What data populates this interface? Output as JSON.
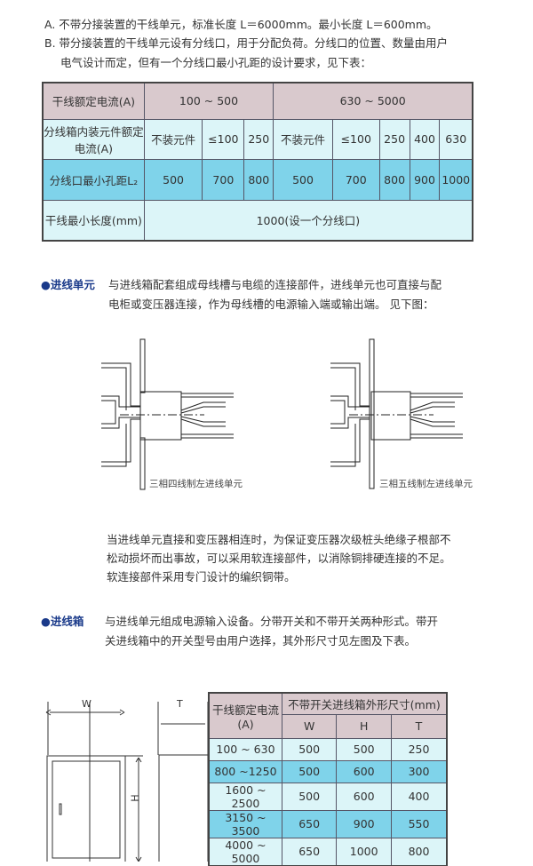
{
  "intro": {
    "line_a": "A. 不带分接装置的干线单元，标准长度 L＝6000mm。最小长度 L＝600mm。",
    "line_b1": "B. 带分接装置的干线单元设有分线口，用于分配负荷。分线口的位置、数量由用户",
    "line_b2": "电气设计而定，但有一个分线口最小孔距的设计要求，见下表："
  },
  "table1": {
    "row1": {
      "label": "干线额定电流(A)",
      "groups": [
        "100 ~ 500",
        "630 ~ 5000"
      ]
    },
    "row2": {
      "label": "分线箱内装元件额定电流(A)",
      "cells": [
        "不装元件",
        "≤100",
        "250",
        "不装元件",
        "≤100",
        "250",
        "400",
        "630"
      ]
    },
    "row3": {
      "label": "分线口最小孔距L₂",
      "cells": [
        "500",
        "700",
        "800",
        "500",
        "700",
        "800",
        "900",
        "1000"
      ]
    },
    "row4": {
      "label": "干线最小长度(mm)",
      "value": "1000(设一个分线口)"
    }
  },
  "incoming_unit": {
    "title": "进线单元",
    "text1": "与进线箱配套组成母线槽与电缆的连接部件，进线单元也可直接与配",
    "text2": "电柜或变压器连接，作为母线槽的电源输入端或输出端。  见下图：",
    "caption1": "三相四线制左进线单元",
    "caption2": "三相五线制左进线单元",
    "para1": "当进线单元直接和变压器相连时，为保证变压器次级桩头绝缘子根部不",
    "para2": "松动损坏而出事故，可以采用软连接部件，以消除铜排硬连接的不足。",
    "para3": "软连接部件采用专门设计的编织铜带。"
  },
  "incoming_box": {
    "title": "进线箱",
    "text1": "与进线单元组成电源输入设备。分带开关和不带开关两种形式。带开",
    "text2": "关进线箱中的开关型号由用户选择，其外形尺寸见左图及下表。",
    "dim_w": "W",
    "dim_h": "H",
    "dim_t": "T"
  },
  "table2": {
    "header_label": "干线额定电流(A)",
    "header_group": "不带开关进线箱外形尺寸(mm)",
    "columns": [
      "W",
      "H",
      "T"
    ],
    "rows": [
      [
        "100 ~ 630",
        "500",
        "500",
        "250"
      ],
      [
        "800 ~1250",
        "500",
        "600",
        "300"
      ],
      [
        "1600 ~ 2500",
        "500",
        "600",
        "400"
      ],
      [
        "3150 ~ 3500",
        "650",
        "900",
        "550"
      ],
      [
        "4000 ~ 5000",
        "650",
        "1000",
        "800"
      ]
    ]
  }
}
